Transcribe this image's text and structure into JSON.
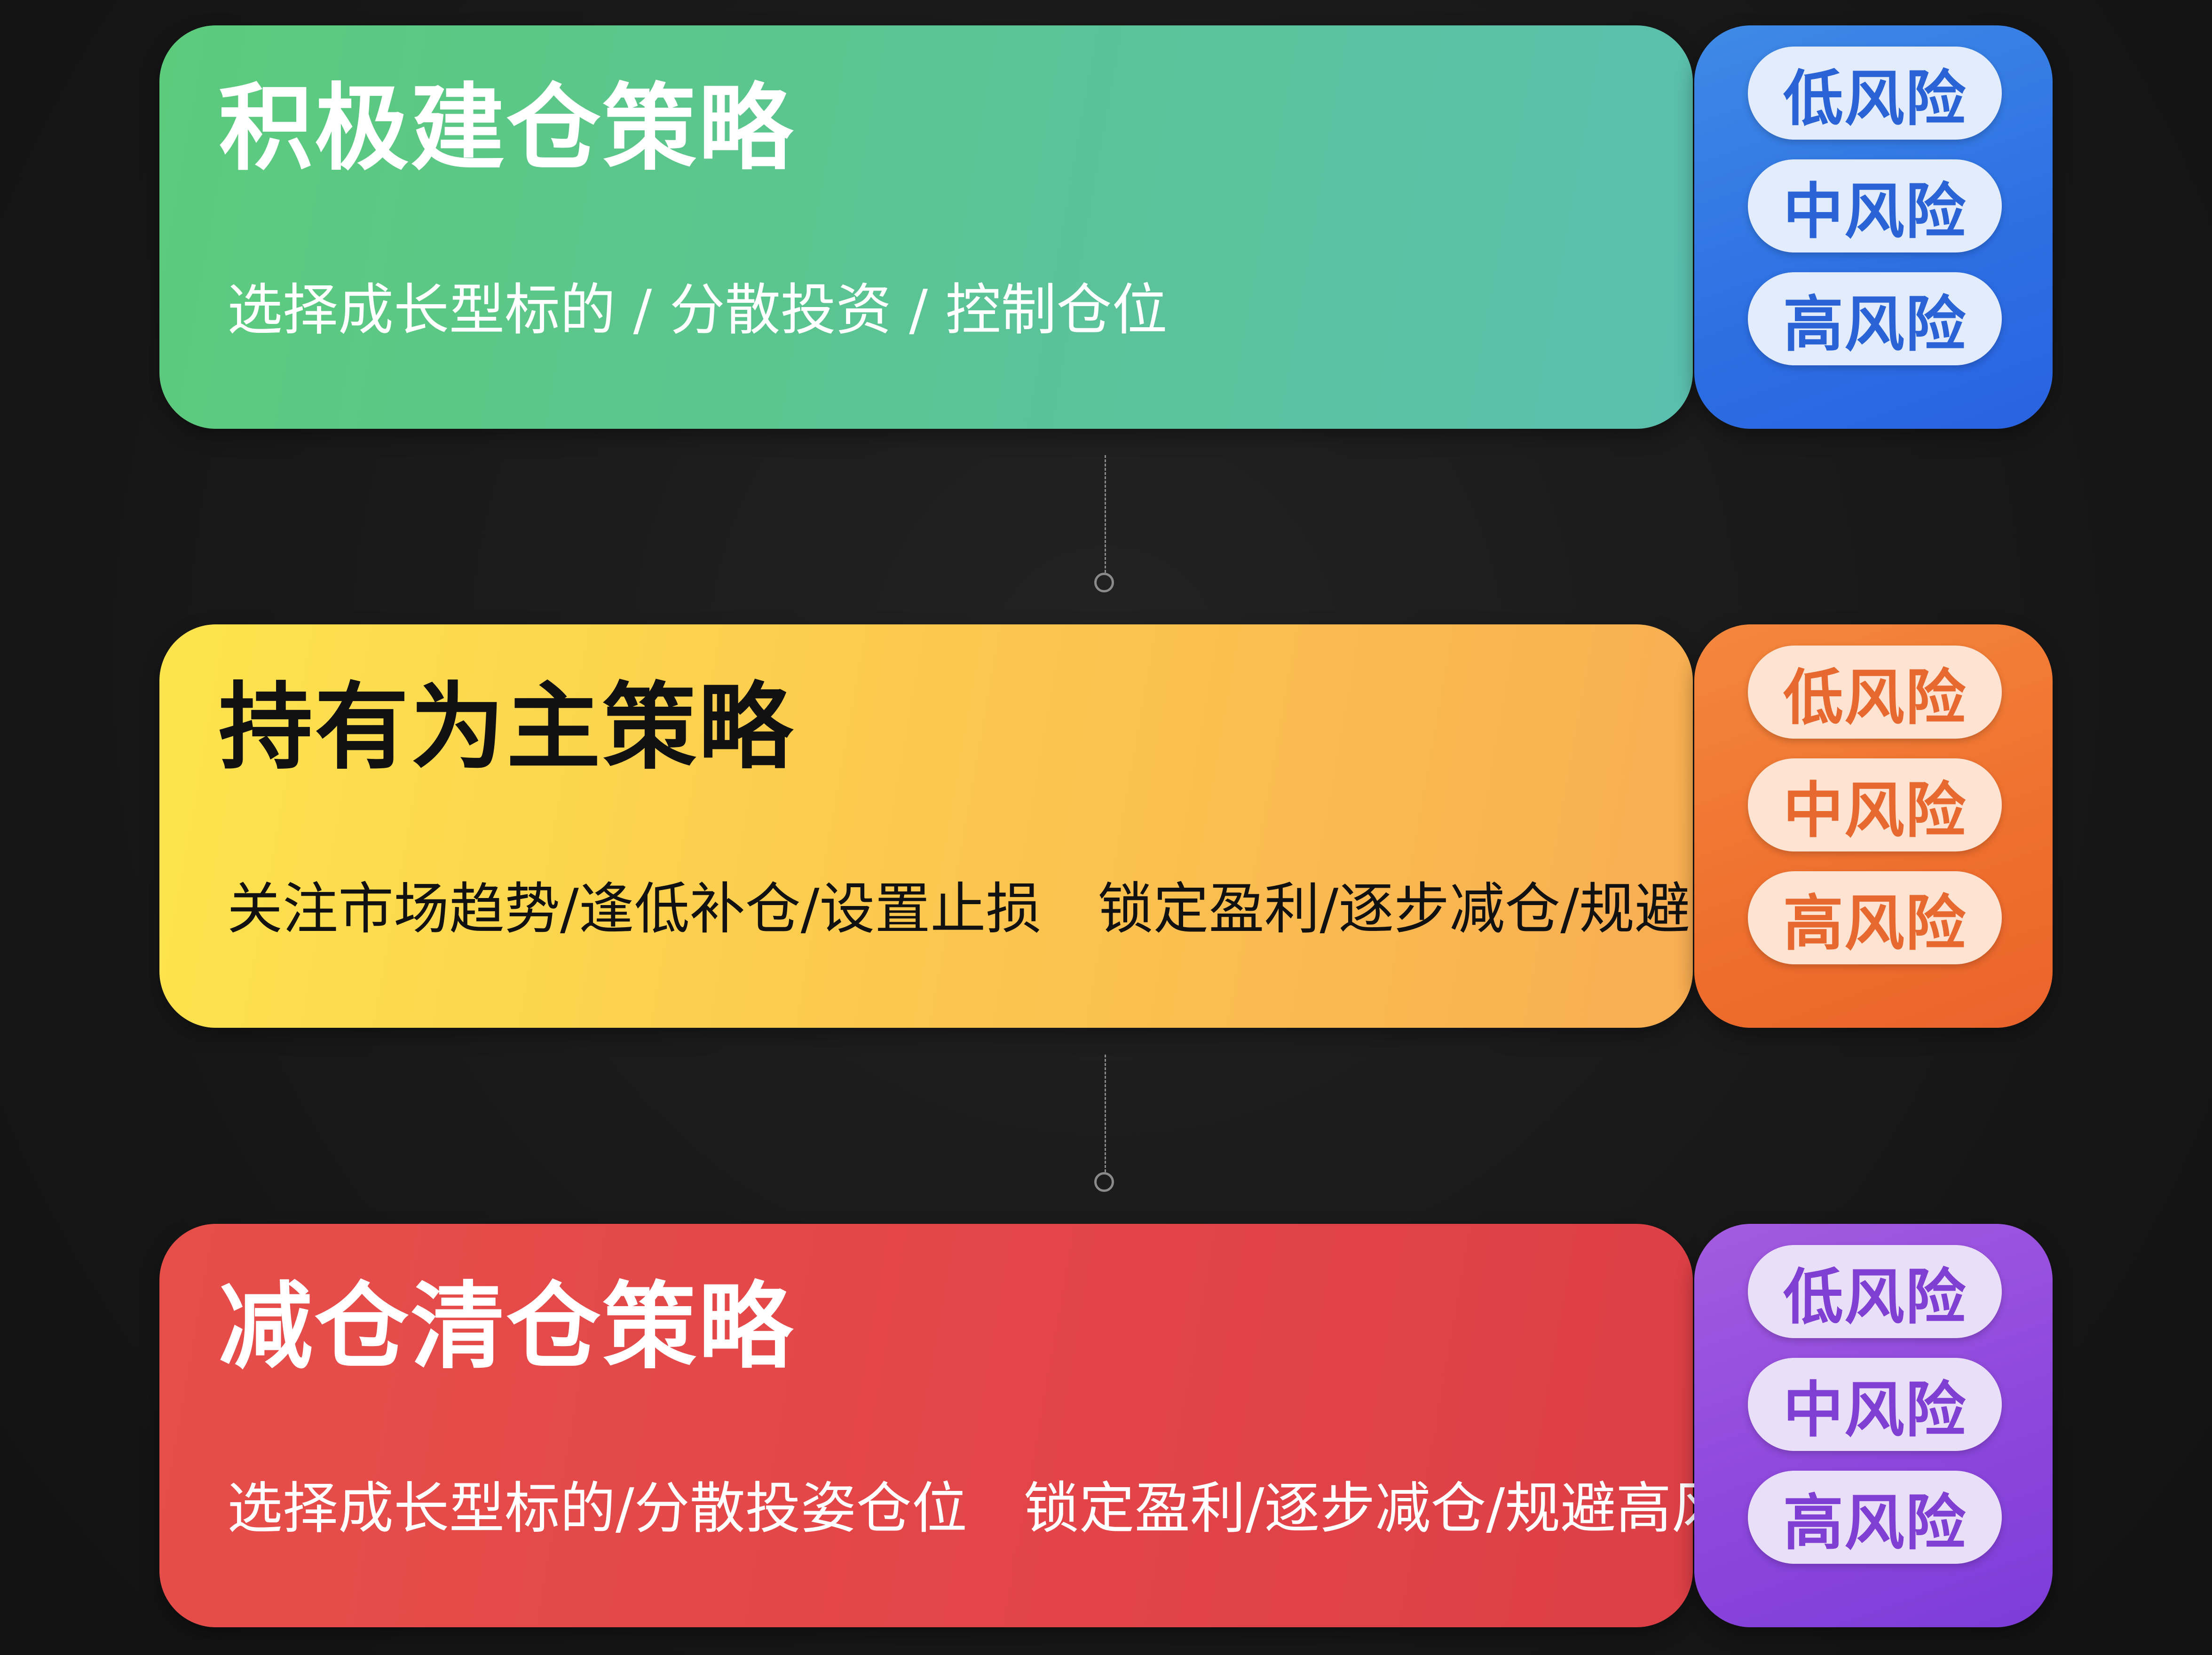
{
  "strategies": [
    {
      "title": "积极建仓策略",
      "description": "选择成长型标的 / 分散投资 / 控制仓位",
      "risk_levels": [
        "低风险",
        "中风险",
        "高风险"
      ]
    },
    {
      "title": "持有为主策略",
      "description_left": "关注市场趋势/逢低补仓/设置止损",
      "description_right": "锁定盈利/逐步减仓/规避高风险",
      "risk_levels": [
        "低风险",
        "中风险",
        "高风险"
      ]
    },
    {
      "title": "减仓清仓策略",
      "description_left": "选择成长型标的/分散投姿仓位",
      "description_right": "锁定盈利/逐步减仓/规避高风险",
      "risk_levels": [
        "低风险",
        "中风险",
        "高风险"
      ]
    }
  ],
  "colors": {
    "background": "#1b1b1b",
    "green_card": "#5cc68a",
    "yellow_card": "#fcc84e",
    "red_card": "#e34548",
    "blue_panel": "#2d6fe3",
    "orange_panel": "#ef6f2e",
    "purple_panel": "#8c46dc"
  }
}
